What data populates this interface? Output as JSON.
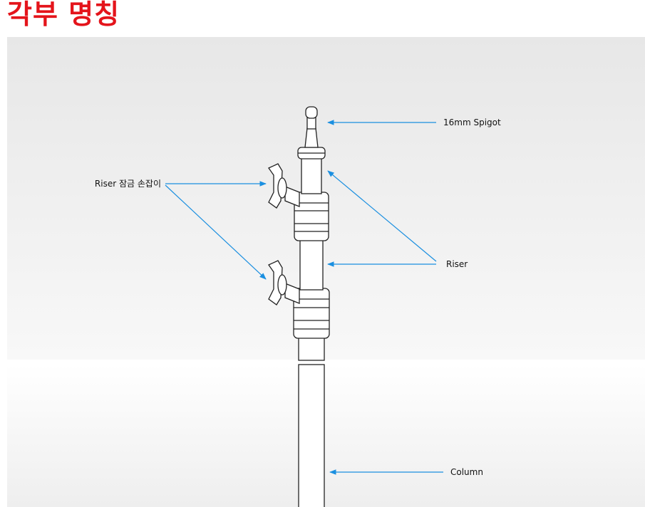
{
  "title": "각부 명칭",
  "labels": {
    "spigot": "16mm Spigot",
    "riser_lock": "Riser 잠금 손잡이",
    "riser": "Riser",
    "column": "Column"
  },
  "colors": {
    "title": "#e4141b",
    "arrow": "#1a8fe0",
    "line": "#222222"
  }
}
